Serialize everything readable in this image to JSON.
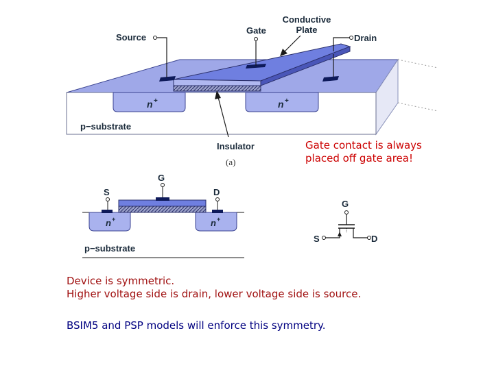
{
  "fig_a": {
    "source": "Source",
    "gate": "Gate",
    "conductive_line1": "Conductive",
    "conductive_line2": "Plate",
    "drain": "Drain",
    "n_plus_left": "n",
    "n_plus_right": "n",
    "plus": "+",
    "substrate": "p−substrate",
    "insulator": "Insulator",
    "caption": "(a)"
  },
  "fig_b": {
    "s": "S",
    "g": "G",
    "d": "D",
    "n_plus_left": "n",
    "n_plus_right": "n",
    "plus": "+",
    "substrate": "p−substrate"
  },
  "symbol": {
    "g": "G",
    "s": "S",
    "d": "D"
  },
  "note": {
    "line1": "Gate contact is always",
    "line2": "placed off gate area!"
  },
  "symmetry": {
    "line1": "Device is symmetric.",
    "line2": "Higher voltage side is drain, lower voltage side is source."
  },
  "bsim": "BSIM5 and PSP models will enforce this symmetry.",
  "colors": {
    "substrate_top": "#9fa8e8",
    "n_region": "#a9b2ee",
    "plate": "#6f7fe0",
    "contact": "#0e1a5a",
    "text_red": "#cc0000",
    "text_navy": "#000080"
  }
}
